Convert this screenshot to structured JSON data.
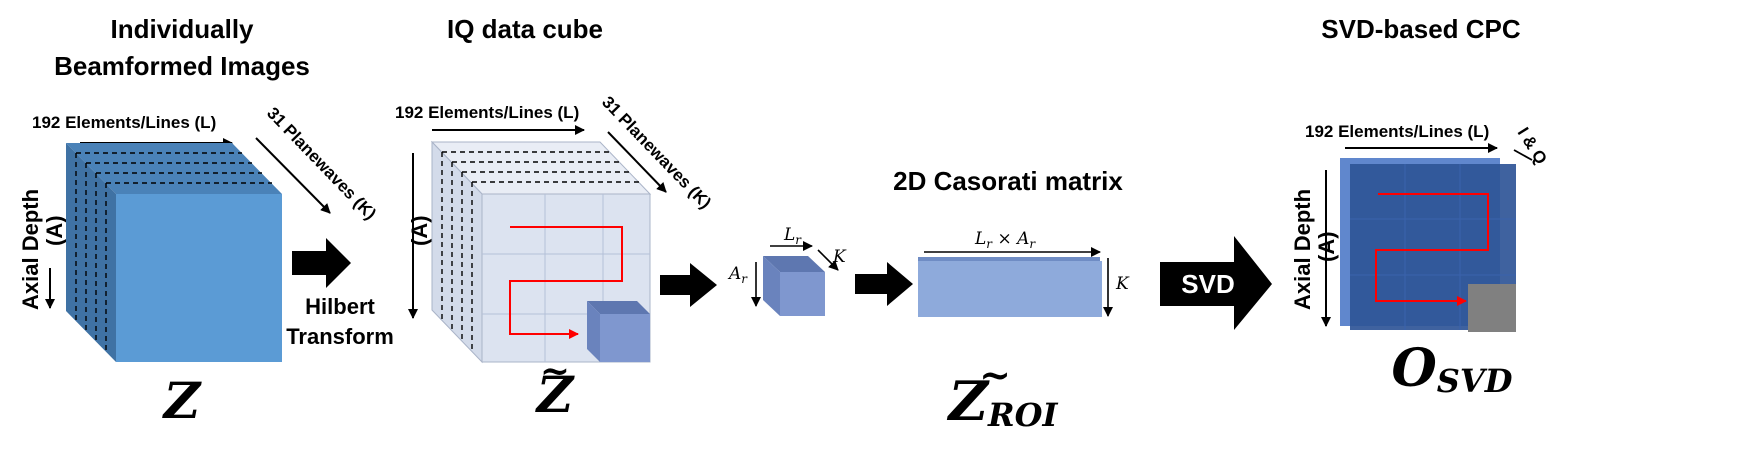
{
  "panels": {
    "individual": {
      "title_line1": "Individually",
      "title_line2": "Beamformed Images",
      "lines_label": "192 Elements/Lines (L)",
      "planewaves_label": "31 Planewaves (K)",
      "depth_label_line1": "Axial Depth",
      "depth_label_line2": "(A)",
      "symbol": "Z"
    },
    "hilbert": {
      "label_line1": "Hilbert",
      "label_line2": "Transform"
    },
    "iq_cube": {
      "title": "IQ data cube",
      "lines_label": "192 Elements/Lines (L)",
      "planewaves_label": "31 Planewaves (K)",
      "depth_label": "(A)",
      "symbol": "Z",
      "tilde": "~"
    },
    "roi": {
      "l_label": "L",
      "l_sub": "r",
      "a_label": "A",
      "a_sub": "r",
      "k_label": "K"
    },
    "casorati": {
      "title": "2D Casorati matrix",
      "width_label": "L",
      "width_sub": "r",
      "times": " × ",
      "width_label2": "A",
      "width_sub2": "r",
      "k_label": "K",
      "symbol": "Z",
      "tilde": "~",
      "symbol_sub": "ROI"
    },
    "svd": {
      "arrow_label": "SVD"
    },
    "cpc": {
      "title": "SVD-based CPC",
      "lines_label": "192 Elements/Lines (L)",
      "iq_label": "I & Q",
      "depth_label_line1": "Axial Depth",
      "depth_label_line2": "(A)",
      "symbol": "O",
      "symbol_sub": "SVD"
    }
  },
  "colors": {
    "cube_front": "#5b9bd5",
    "cube_top": "#4a82b8",
    "cube_side": "#3f72a4",
    "iq_front": "#dce3f0",
    "roi_cube": "#7f97cf",
    "casorati": "#8eaadb",
    "cpc_dark": "#2f5597",
    "cpc_light": "#4472c4",
    "path_red": "#ff0000",
    "patch_gray": "#808080"
  }
}
